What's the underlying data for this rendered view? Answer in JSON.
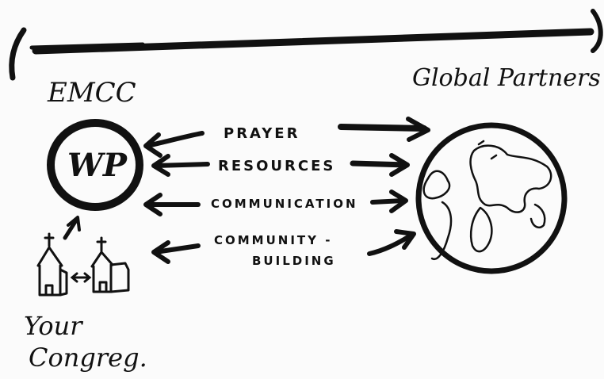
{
  "labels": {
    "left_org": "EMCC",
    "right_org": "Global Partners",
    "center_badge": "WP",
    "bottom_left_line1": "Your",
    "bottom_left_line2": "Congreg."
  },
  "flows": [
    {
      "label": "PRAYER"
    },
    {
      "label": "RESOURCES"
    },
    {
      "label": "COMMUNICATION"
    },
    {
      "label_line1": "COMMUNITY -",
      "label_line2": "BUILDING"
    }
  ],
  "colors": {
    "ink": "#111111",
    "paper": "#fbfbfb"
  }
}
